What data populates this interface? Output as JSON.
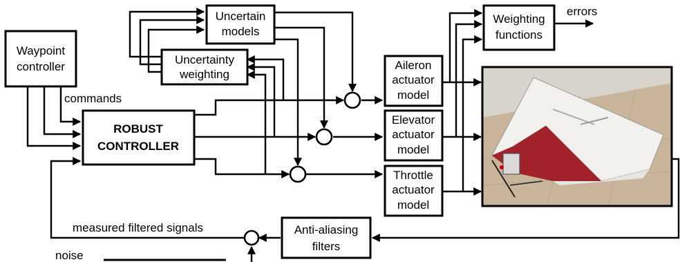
{
  "blocks": {
    "waypoint": [
      "Waypoint",
      "controller"
    ],
    "robust": [
      "ROBUST",
      "CONTROLLER"
    ],
    "uncertain_models": [
      "Uncertain",
      "models"
    ],
    "uncertainty_weighting": [
      "Uncertainty",
      "weighting"
    ],
    "weighting_functions": [
      "Weighting",
      "functions"
    ],
    "aileron": [
      "Aileron",
      "actuator",
      "model"
    ],
    "elevator": [
      "Elevator",
      "actuator",
      "model"
    ],
    "throttle": [
      "Throttle",
      "actuator",
      "model"
    ],
    "anti_aliasing": [
      "Anti-aliasing",
      "filters"
    ]
  },
  "labels": {
    "commands": "commands",
    "errors": "errors",
    "measured": "measured filtered signals",
    "noise": "noise"
  },
  "photo": {
    "subject": "flying-wing UAV (red and white) on tiled floor",
    "colors": {
      "wing_white": "#f2f2f0",
      "wing_red": "#a3222a",
      "floor": "#c9b79e",
      "background": "#d9d6cf"
    }
  }
}
